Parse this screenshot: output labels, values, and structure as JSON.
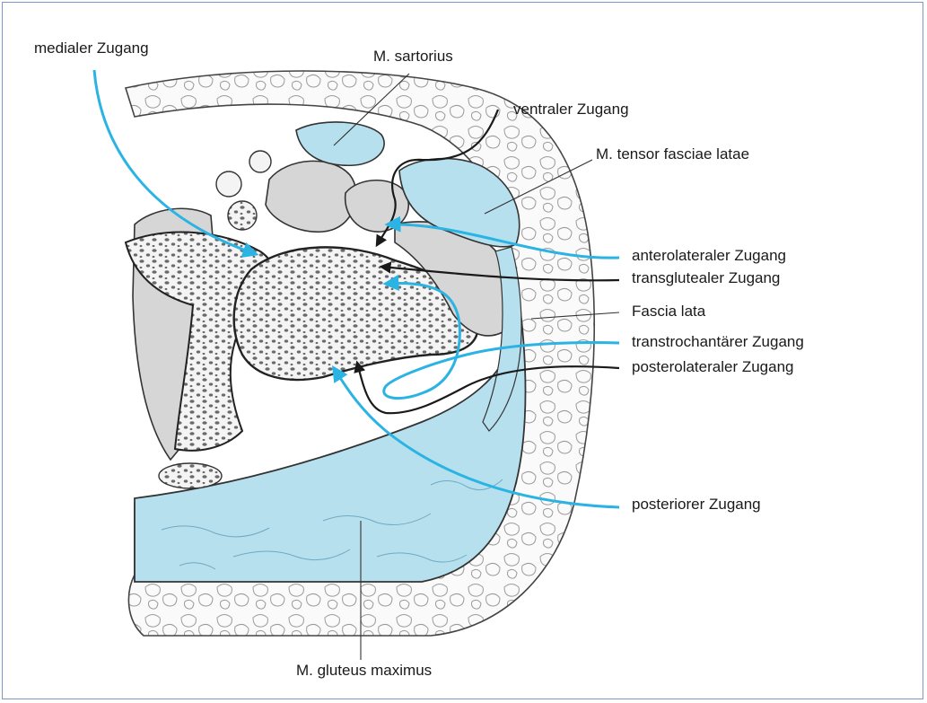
{
  "labels": {
    "medialer": "medialer Zugang",
    "sartorius": "M. sartorius",
    "ventraler": "ventraler Zugang",
    "tensor": "M. tensor fasciae latae",
    "anterolateraler": "anterolateraler Zugang",
    "transglutealer": "transglutealer Zugang",
    "fascia": "Fascia lata",
    "transtrochanterer": "transtrochantärer Zugang",
    "posterolateraler": "posterolateraler Zugang",
    "posteriorer": "posteriorer Zugang",
    "gluteus": "M. gluteus maximus"
  },
  "colors": {
    "approach_blue": "#2bb3e3",
    "approach_black": "#1a1a1a",
    "muscle_blue": "#b7e0ef",
    "muscle_grey": "#d6d6d6",
    "bone": "#f2f2f2",
    "outline": "#555555",
    "frame": "#7f97c8"
  }
}
